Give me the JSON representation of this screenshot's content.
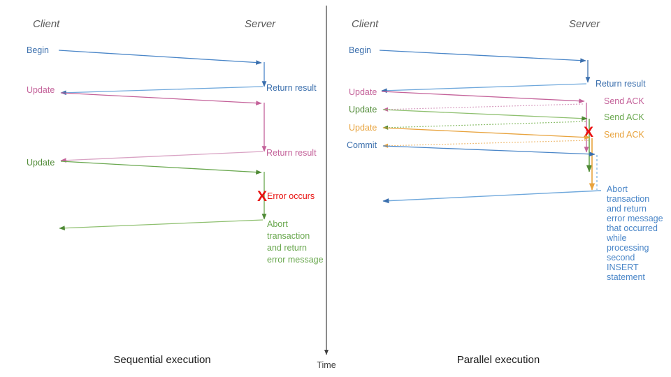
{
  "colors": {
    "blue": "#4a86c8",
    "blue_dark": "#3b6fad",
    "pink": "#c4629a",
    "green": "#6aa84f",
    "green_dark": "#4f8a35",
    "orange": "#e8a33d",
    "red": "#e8110f",
    "gray": "#595959",
    "axis": "#404040",
    "caption": "#1a1a1a"
  },
  "left_panel": {
    "caption": "Sequential execution",
    "actors": {
      "client": "Client",
      "server": "Server"
    },
    "messages": [
      {
        "id": "begin",
        "label": "Begin",
        "color_key": "blue",
        "side": "client"
      },
      {
        "id": "return-result-1",
        "label": "Return result",
        "color_key": "blue",
        "side": "server"
      },
      {
        "id": "update-1",
        "label": "Update",
        "color_key": "pink",
        "side": "client"
      },
      {
        "id": "return-result-2",
        "label": "Return result",
        "color_key": "pink",
        "side": "server"
      },
      {
        "id": "update-2",
        "label": "Update",
        "color_key": "green",
        "side": "client"
      },
      {
        "id": "error-occurs",
        "label": "Error occurs",
        "color_key": "red",
        "side": "server"
      }
    ],
    "error_marker": "X",
    "abort_note": [
      "Abort",
      "transaction",
      "and return",
      "error message"
    ]
  },
  "right_panel": {
    "caption": "Parallel execution",
    "actors": {
      "client": "Client",
      "server": "Server"
    },
    "messages": [
      {
        "id": "begin",
        "label": "Begin",
        "color_key": "blue",
        "side": "client"
      },
      {
        "id": "return-result",
        "label": "Return result",
        "color_key": "blue",
        "side": "server"
      },
      {
        "id": "update-1",
        "label": "Update",
        "color_key": "pink",
        "side": "client"
      },
      {
        "id": "send-ack-1",
        "label": "Send ACK",
        "color_key": "pink",
        "side": "server"
      },
      {
        "id": "update-2",
        "label": "Update",
        "color_key": "green",
        "side": "client"
      },
      {
        "id": "send-ack-2",
        "label": "Send ACK",
        "color_key": "green",
        "side": "server"
      },
      {
        "id": "update-3",
        "label": "Update",
        "color_key": "orange",
        "side": "client"
      },
      {
        "id": "send-ack-3",
        "label": "Send ACK",
        "color_key": "orange",
        "side": "server"
      },
      {
        "id": "commit",
        "label": "Commit",
        "color_key": "blue",
        "side": "client"
      }
    ],
    "error_marker": "X",
    "abort_note": [
      "Abort",
      "transaction",
      "and return",
      "error message",
      "that occurred",
      "while",
      "processing",
      "second",
      "INSERT",
      "statement"
    ]
  },
  "time_axis": {
    "label": "Time"
  }
}
